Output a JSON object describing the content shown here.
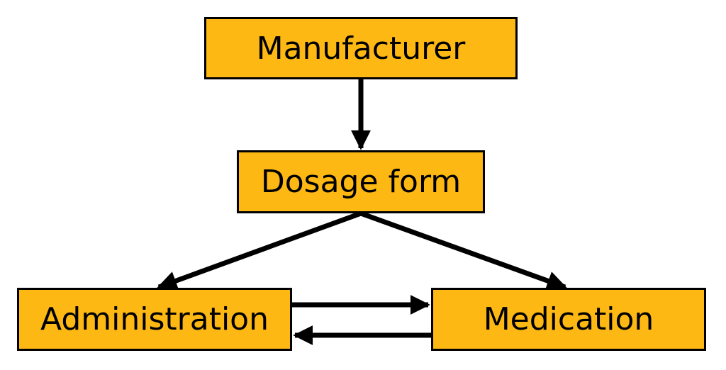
{
  "diagram": {
    "colors": {
      "box_fill": "#FDB813",
      "stroke": "#000000"
    },
    "nodes": {
      "manufacturer": {
        "label": "Manufacturer"
      },
      "dosage_form": {
        "label": "Dosage form"
      },
      "administration": {
        "label": "Administration"
      },
      "medication": {
        "label": "Medication"
      }
    },
    "edges": [
      {
        "from": "Manufacturer",
        "to": "Dosage form"
      },
      {
        "from": "Dosage form",
        "to": "Administration"
      },
      {
        "from": "Dosage form",
        "to": "Medication"
      },
      {
        "from": "Administration",
        "to": "Medication"
      },
      {
        "from": "Medication",
        "to": "Administration"
      }
    ]
  }
}
